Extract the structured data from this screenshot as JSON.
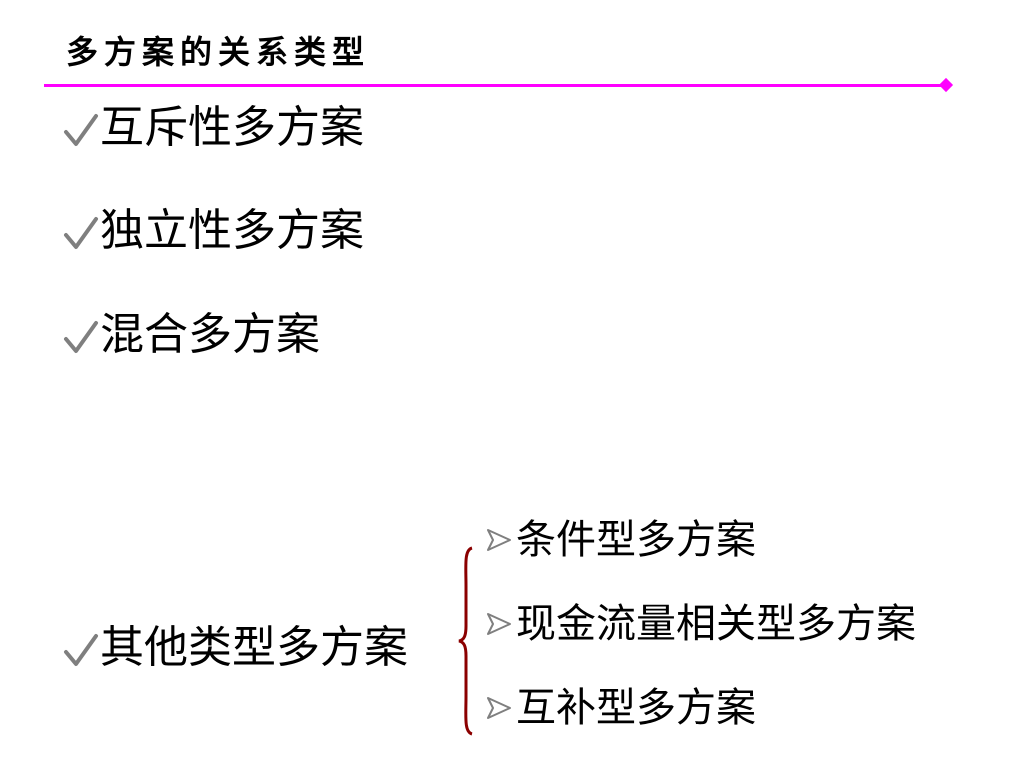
{
  "slide": {
    "title": "多方案的关系类型",
    "accent_color": "#ff00ff",
    "brace_color": "#8b0000"
  },
  "main_bullets": [
    {
      "text": "互斥性多方案",
      "icon": "check-icon"
    },
    {
      "text": "独立性多方案",
      "icon": "check-icon"
    },
    {
      "text": "混合多方案",
      "icon": "check-icon"
    },
    {
      "text": "其他类型多方案",
      "icon": "check-icon"
    }
  ],
  "sub_bullets": [
    {
      "text": "条件型多方案",
      "icon": "arrow-bullet-icon"
    },
    {
      "text": "现金流量相关型多方案",
      "icon": "arrow-bullet-icon"
    },
    {
      "text": "互补型多方案",
      "icon": "arrow-bullet-icon"
    }
  ]
}
